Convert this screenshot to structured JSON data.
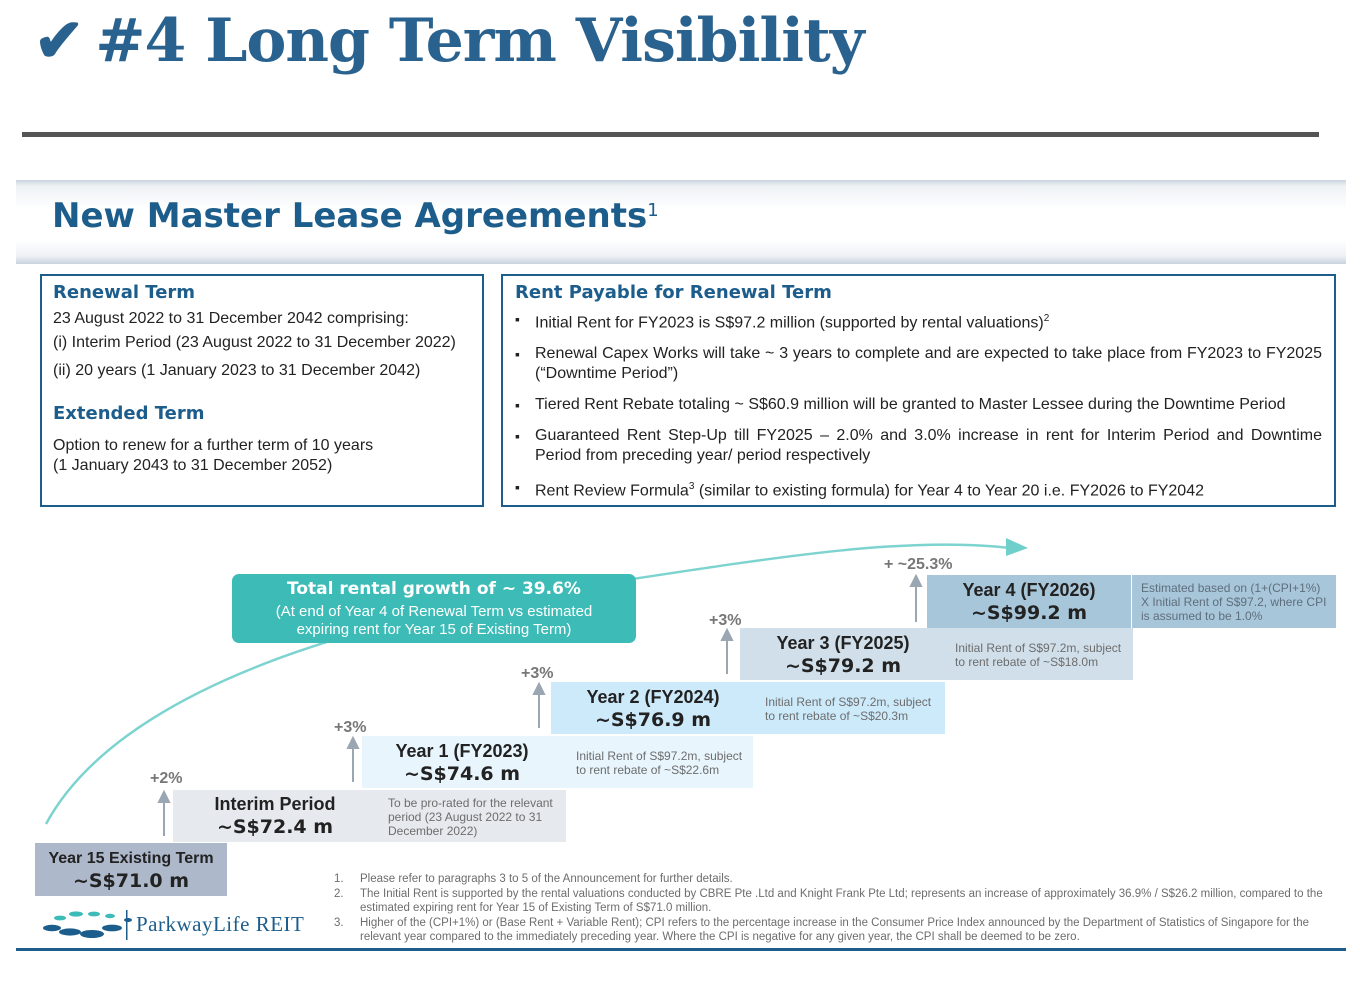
{
  "header": {
    "check": "✔",
    "title": "#4 Long Term Visibility"
  },
  "section": {
    "title": "New Master Lease Agreements",
    "title_sup": "1"
  },
  "renewal_box": {
    "heading": "Renewal Term",
    "range": "23 August 2022 to 31 December 2042 comprising:",
    "item1": "(i)  Interim Period (23 August 2022 to 31 December 2022)",
    "item2": "(ii) 20 years (1 January 2023 to 31 December 2042)",
    "ext_heading": "Extended Term",
    "ext_line1": "Option to renew for a further term of 10 years",
    "ext_line2": "(1 January 2043 to 31 December 2052)"
  },
  "rent_box": {
    "heading": "Rent Payable for Renewal Term",
    "b1": "Initial Rent for FY2023 is S$97.2 million (supported by rental valuations)",
    "b1_sup": "2",
    "b2": "Renewal Capex Works will take ~ 3 years to complete and are expected to take place from FY2023 to FY2025 (“Downtime Period”)",
    "b3": "Tiered Rent Rebate totaling ~ S$60.9 million will be granted to Master Lessee during the Downtime Period",
    "b4": "Guaranteed Rent Step-Up till FY2025 – 2.0% and 3.0% increase in rent for Interim Period and Downtime Period from preceding year/ period respectively",
    "b5a": "Rent Review Formula",
    "b5_sup": "3",
    "b5b": " (similar to existing formula) for Year 4 to Year 20 i.e. FY2026 to FY2042"
  },
  "growth": {
    "title": "Total rental growth of ~ 39.6%",
    "sub1": "(At end of Year 4 of Renewal Term vs estimated",
    "sub2": "expiring rent for Year 15 of Existing Term)"
  },
  "steps": {
    "s0": {
      "name": "Year 15 Existing Term",
      "value": "~S$71.0 m"
    },
    "s1": {
      "name": "Interim Period",
      "value": "~S$72.4 m",
      "pct": "+2%",
      "note": "To be pro-rated for the relevant period (23 August 2022 to 31 December 2022)"
    },
    "s2": {
      "name": "Year 1 (FY2023)",
      "value": "~S$74.6 m",
      "pct": "+3%",
      "note": "Initial Rent of S$97.2m, subject to rent rebate of ~S$22.6m"
    },
    "s3": {
      "name": "Year 2 (FY2024)",
      "value": "~S$76.9 m",
      "pct": "+3%",
      "note": "Initial Rent of S$97.2m, subject to rent rebate of ~S$20.3m"
    },
    "s4": {
      "name": "Year 3 (FY2025)",
      "value": "~S$79.2 m",
      "pct": "+3%",
      "note": "Initial Rent of S$97.2m, subject to rent rebate of ~S$18.0m"
    },
    "s5": {
      "name": "Year 4 (FY2026)",
      "value": "~S$99.2 m",
      "pct": "+ ~25.3%",
      "note": "Estimated based on (1+(CPI+1%) X Initial Rent of S$97.2, where CPI is assumed to be 1.0%"
    }
  },
  "footnotes": [
    {
      "num": "1.",
      "text": "Please refer to paragraphs 3 to 5 of the Announcement for further details."
    },
    {
      "num": "2.",
      "text": "The Initial Rent is supported by the rental valuations conducted by CBRE Pte .Ltd and Knight Frank Pte Ltd; represents an increase of approximately 36.9% / S$26.2 million, compared to the estimated expiring rent for Year 15 of Existing Term of S$71.0 million."
    },
    {
      "num": "3.",
      "text": "Higher of the (CPI+1%) or (Base Rent + Variable Rent); CPI refers to the percentage increase in the Consumer Price Index announced by the Department of Statistics of Singapore for the relevant year compared to the immediately preceding year.  Where the CPI is negative for any given year, the CPI shall be deemed to be zero."
    }
  ],
  "logo": {
    "text": "ParkwayLife REIT"
  },
  "colors": {
    "brand_blue": "#1c5d8c",
    "teal": "#3dbcb7",
    "step0": "#adb9ca",
    "step1": "#e6e9ee",
    "step2": "#e8f5fd",
    "step3": "#cdeafb",
    "step4": "#d0dfea",
    "step5": "#a8c6da"
  }
}
